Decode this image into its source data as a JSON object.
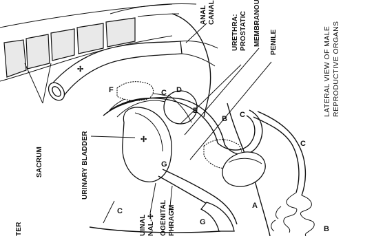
{
  "figure": {
    "title_line1": "LATERAL VIEW OF MALE",
    "title_line2": "REPRODUCTIVE ORGANS"
  },
  "labels": {
    "sacrum": "SACRUM",
    "urinary_bladder": "URINARY BLADDER",
    "anal_canal_1": "ANAL",
    "anal_canal_2": "CANAL",
    "urethra_prostatic_1": "URETHRA:",
    "urethra_prostatic_2": "PROSTATIC",
    "membranous": "MEMBRANOUS",
    "penile": "PENILE",
    "ureter_partial": "TER",
    "inguinal_canal_1": "UINAL",
    "inguinal_canal_2": "NAL-✢",
    "urogenital_diaphragm_1": "OGENITAL",
    "urogenital_diaphragm_2": "PHRAGM"
  },
  "letters": {
    "a": "A",
    "b_upper": "B",
    "b_lower": "B",
    "c_vas": "C",
    "c_left": "C",
    "c_upper": "C",
    "c_coil": "C",
    "d": "D",
    "e": "E",
    "f": "F",
    "g_prostate": "G",
    "g_penis": "G"
  },
  "markers": {
    "bladder_star": "✢",
    "rectum_star": "✢"
  }
}
